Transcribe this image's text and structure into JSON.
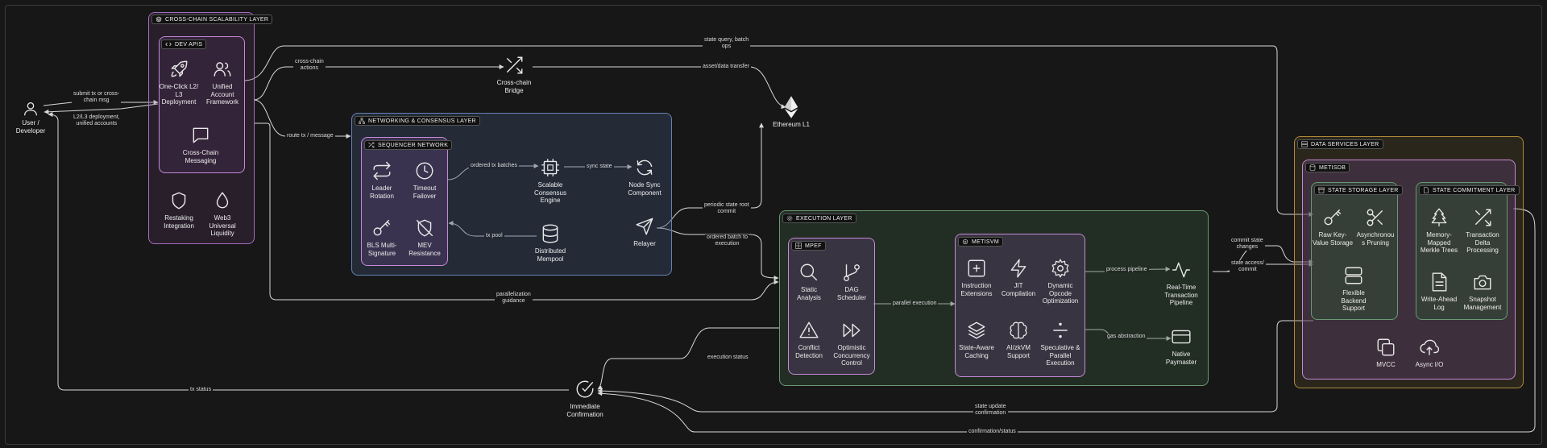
{
  "layers": {
    "cross_chain": "CROSS-CHAIN SCALABILITY LAYER",
    "dev_apis": "DEV APIS",
    "networking": "NETWORKING & CONSENSUS LAYER",
    "sequencer": "SEQUENCER NETWORK",
    "execution": "EXECUTION LAYER",
    "mpef": "MPEF",
    "metisvm": "METISVM",
    "data_services": "DATA SERVICES LAYER",
    "metisdb": "METISDB",
    "state_storage": "STATE STORAGE LAYER",
    "state_commitment": "STATE COMMITMENT LAYER"
  },
  "nodes": {
    "user": "User /\nDeveloper",
    "one_click": "One-Click L2/\nL3\nDeployment",
    "unified_account": "Unified\nAccount\nFramework",
    "cross_chain_messaging": "Cross-Chain\nMessaging",
    "restaking": "Restaking\nIntegration",
    "web3_liquidity": "Web3\nUniversal\nLiquidity",
    "bridge": "Cross-chain\nBridge",
    "ethereum": "Ethereum L1",
    "leader_rotation": "Leader\nRotation",
    "timeout_failover": "Timeout\nFailover",
    "bls": "BLS Multi-\nSignature",
    "mev": "MEV\nResistance",
    "consensus": "Scalable\nConsensus\nEngine",
    "node_sync": "Node Sync\nComponent",
    "mempool": "Distributed\nMempool",
    "relayer": "Relayer",
    "static_analysis": "Static\nAnalysis",
    "dag_scheduler": "DAG\nScheduler",
    "conflict_detection": "Conflict\nDetection",
    "optimistic_cc": "Optimistic\nConcurrency\nControl",
    "instruction_ext": "Instruction\nExtensions",
    "jit": "JIT\nCompilation",
    "dynamic_opcode": "Dynamic\nOpcode\nOptimization",
    "state_aware": "State-Aware\nCaching",
    "ai_zkvm": "AI/zkVM\nSupport",
    "speculative": "Speculative &\nParallel\nExecution",
    "realtime_pipeline": "Real-Time\nTransaction\nPipeline",
    "native_paymaster": "Native\nPaymaster",
    "immediate_confirmation": "Immediate\nConfirmation",
    "raw_kv": "Raw Key-\nValue Storage",
    "async_pruning": "Asynchronou\ns Pruning",
    "flexible_backend": "Flexible\nBackend\nSupport",
    "memory_mapped": "Memory-\nMapped\nMerkle Trees",
    "tx_delta": "Transaction\nDelta\nProcessing",
    "wal": "Write-Ahead\nLog",
    "snapshot": "Snapshot\nManagement",
    "mvcc": "MVCC",
    "async_io": "Async I/O"
  },
  "edge_labels": {
    "submit_tx": "submit tx or cross-\nchain msg",
    "l2l3_deploy": "L2/L3 deployment,\nunified accounts",
    "state_query": "state query, batch\nops",
    "cross_chain_actions": "cross-chain\nactions",
    "asset_transfer": "asset/data transfer",
    "route_tx": "route tx / message",
    "ordered_batches": "ordered tx batches",
    "sync_state": "sync state",
    "tx_pool": "tx pool",
    "periodic_root": "periodic state root\ncommit",
    "ordered_batch_exec": "ordered batch to\nexecution",
    "parallelization": "parallelization\nguidance",
    "parallel_execution": "parallel execution",
    "process_pipeline": "process pipeline",
    "gas_abstraction": "gas abstraction",
    "commit_state": "commit state\nchanges",
    "state_access": "state access/\ncommit",
    "execution_status": "execution status",
    "tx_status": "tx status",
    "state_update": "state update\nconfirmation",
    "confirmation_status": "confirmation/status"
  },
  "colors": {
    "background": "#171717",
    "purple": "#b27acb",
    "blue": "#5f7fb0",
    "green": "#6a9a73",
    "orange": "#b08a3a",
    "edge": "#d8d8d8"
  }
}
